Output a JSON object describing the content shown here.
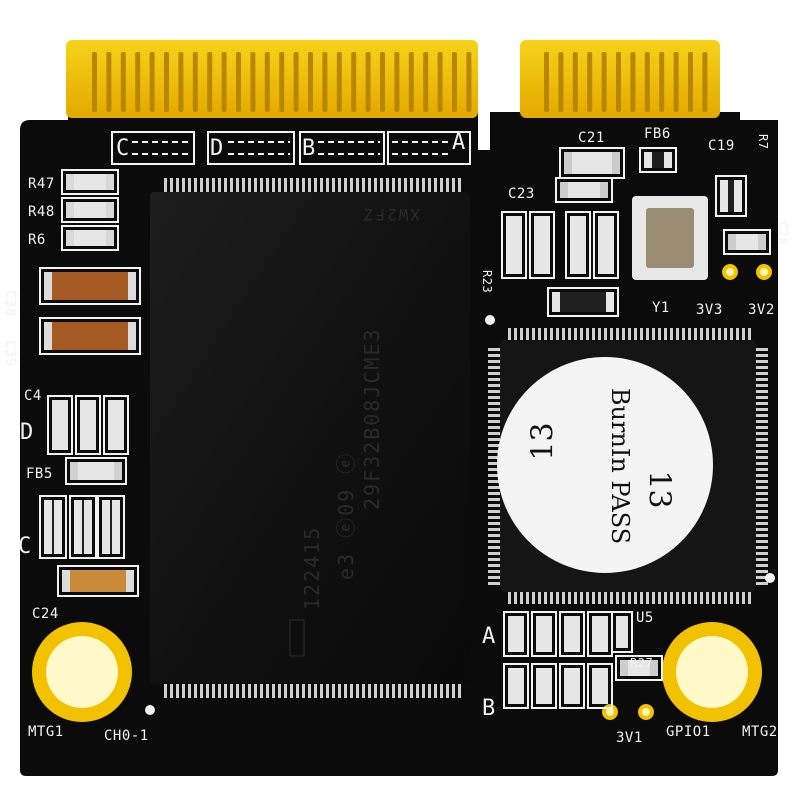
{
  "photo": {
    "subject": "mini mSATA solid state drive circuit board",
    "colors": {
      "background": "#ffffff",
      "pcb": "#0b0b0b",
      "gold": "#f2c200",
      "silkscreen": "#f2f2f2",
      "chip": "#151515",
      "sticker": "#f4f4f4"
    }
  },
  "silkscreen": {
    "r47": "R47",
    "r48": "R48",
    "r6": "R6",
    "c38": "C38",
    "c39": "C39",
    "c4": "C4",
    "d": "D",
    "fb5": "FB5",
    "c": "C",
    "c24": "C24",
    "mtg1": "MTG1",
    "ch0": "CH0-1",
    "c21": "C21",
    "fb6": "FB6",
    "c19": "C19",
    "r7": "R7",
    "c23": "C23",
    "r23": "R23",
    "y1": "Y1",
    "3v3": "3V3",
    "3v2": "3V2",
    "c20": "C20",
    "u5": "U5",
    "r27": "R27",
    "a": "A",
    "b": "B",
    "3v1": "3V1",
    "gpio1": "GPIO1",
    "mtg2": "MTG2",
    "strip_c": "C",
    "strip_d": "D",
    "strip_b": "B",
    "strip_a": "A"
  },
  "flash_chip": {
    "line1": "29F32B08JCME3",
    "line2": "122415",
    "line3": "e3 ⓔ09 ⓔ",
    "corner": "XW2FZ"
  },
  "controller_sticker": {
    "line1": "BurnIn PASS",
    "line2": "13",
    "line3": "13"
  }
}
